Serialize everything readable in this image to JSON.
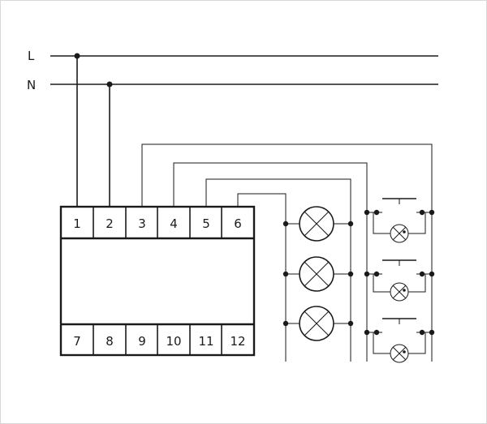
{
  "lines": [
    {
      "id": "L",
      "label": "L"
    },
    {
      "id": "N",
      "label": "N"
    }
  ],
  "top_terminals": [
    "1",
    "2",
    "3",
    "4",
    "5",
    "6"
  ],
  "bottom_terminals": [
    "7",
    "8",
    "9",
    "10",
    "11",
    "12"
  ],
  "lamps": [
    {
      "id": "lamp-1"
    },
    {
      "id": "lamp-2"
    },
    {
      "id": "lamp-3"
    }
  ],
  "pushbuttons": [
    {
      "id": "pb-1"
    },
    {
      "id": "pb-2"
    },
    {
      "id": "pb-3"
    }
  ]
}
